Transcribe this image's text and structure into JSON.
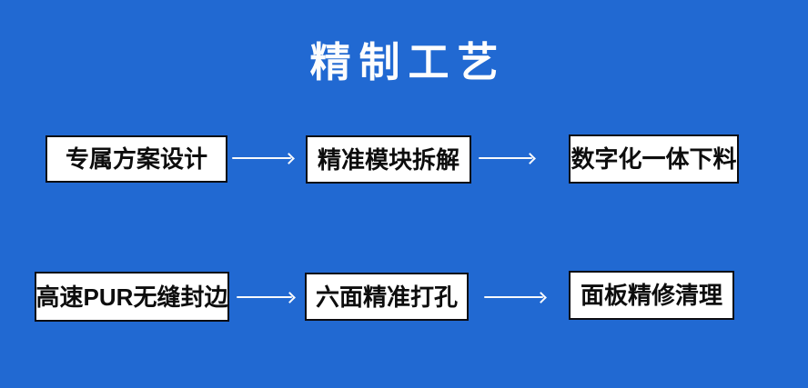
{
  "title": "精制工艺",
  "colors": {
    "background": "#2169d2",
    "box-bg": "#ffffff",
    "box-border": "#0c0c12",
    "box-text": "#0d0d0d",
    "title-text": "#fdfdfd",
    "arrow": "#f7f9fc"
  },
  "flow": {
    "rows": [
      {
        "steps": [
          "专属方案设计",
          "精准模块拆解",
          "数字化一体下料"
        ]
      },
      {
        "steps": [
          "高速PUR无缝封边",
          "六面精准打孔",
          "面板精修清理"
        ]
      }
    ],
    "arrow_direction": "right"
  }
}
